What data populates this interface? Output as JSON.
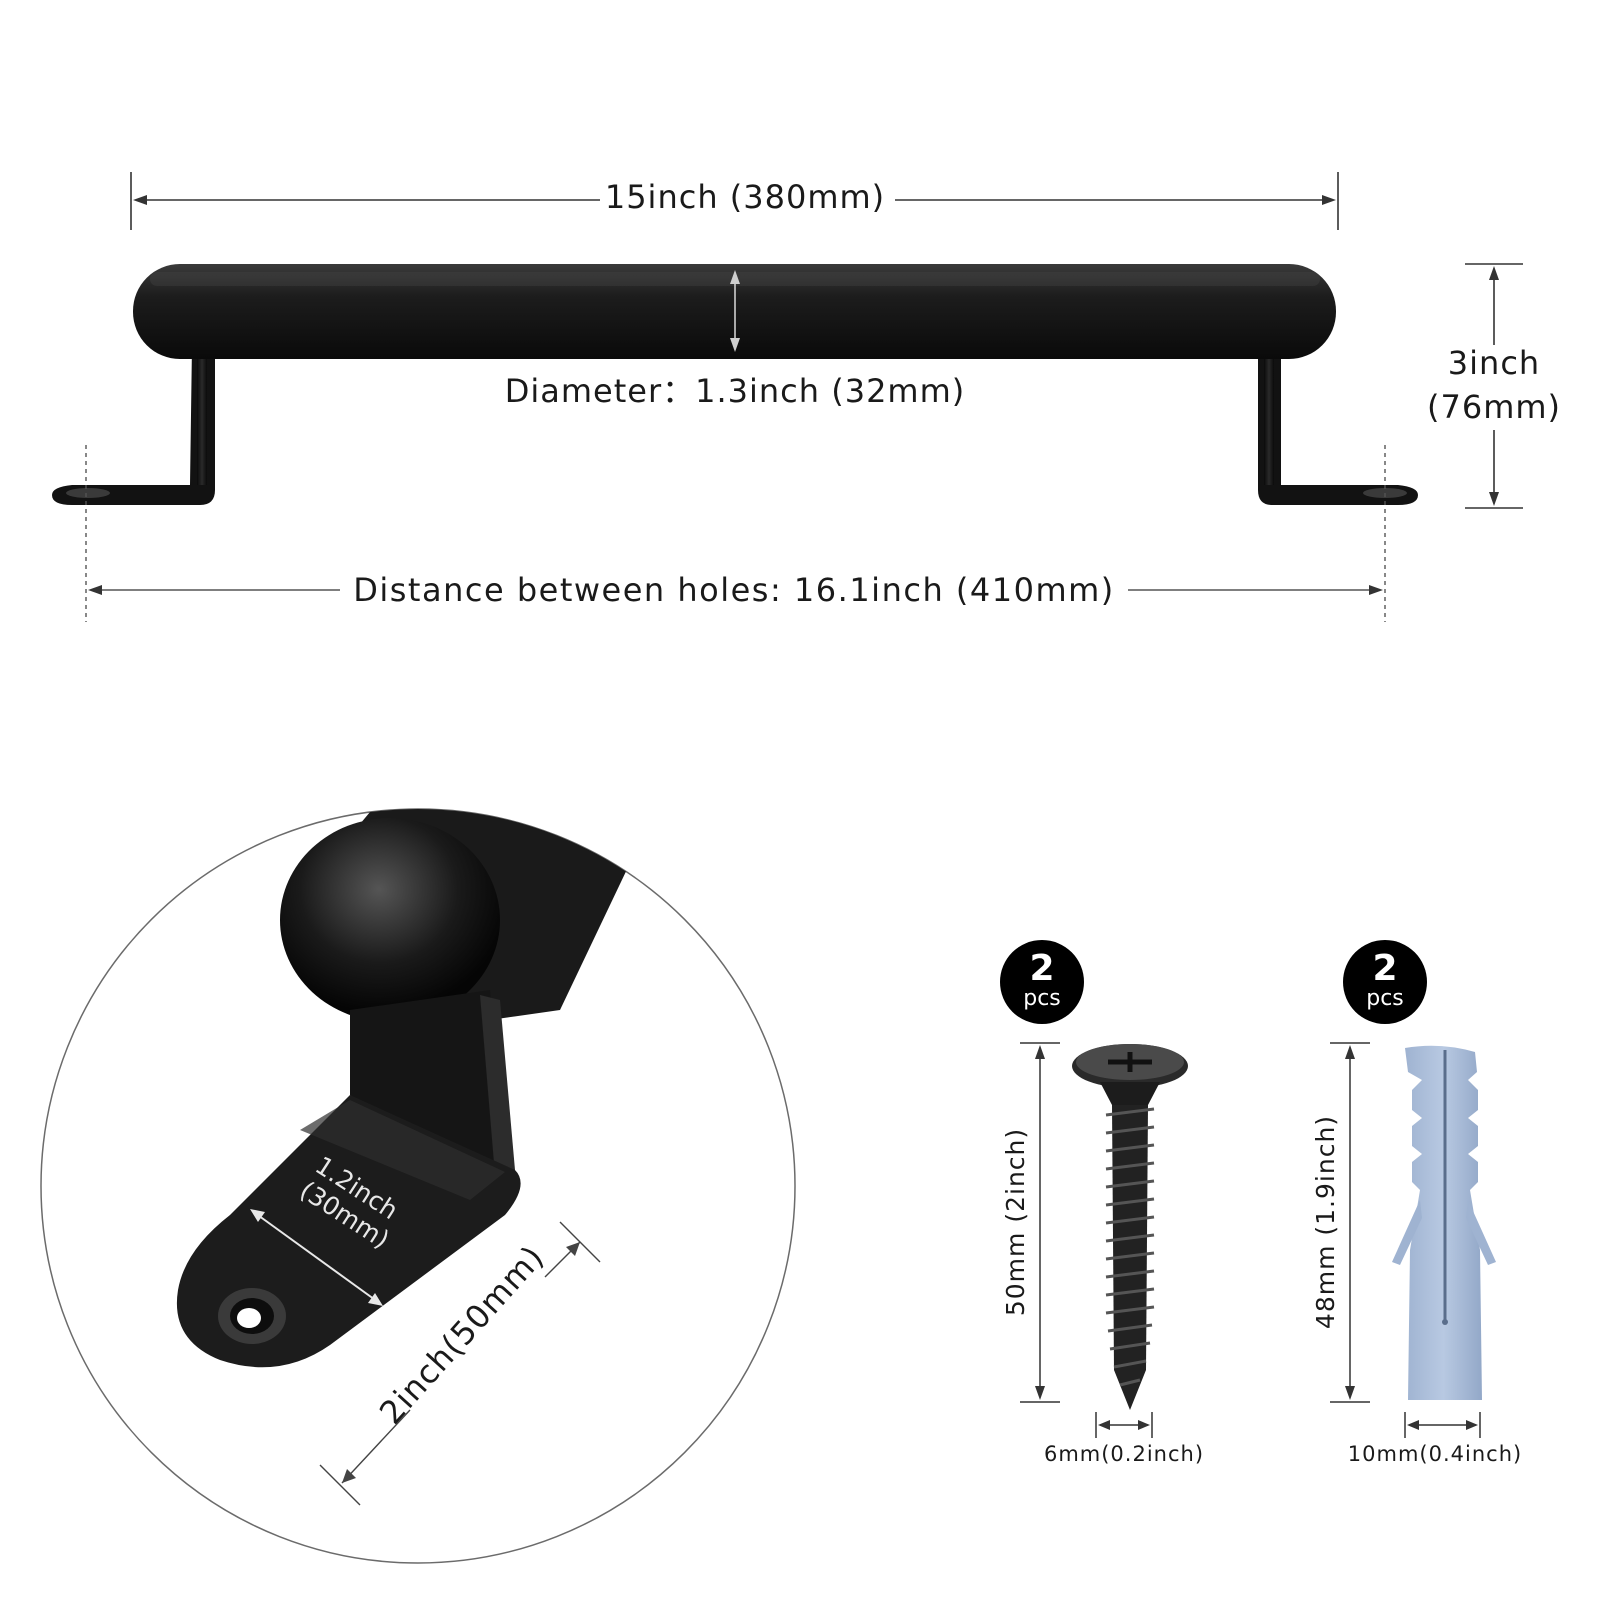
{
  "handle": {
    "length_label": "15inch (380mm)",
    "diameter_label": "Diameter：1.3inch (32mm)",
    "height_label_line1": "3inch",
    "height_label_line2": "(76mm)",
    "hole_distance_label": "Distance between holes: 16.1inch (410mm)"
  },
  "detail": {
    "bracket_width_line1": "1.2inch",
    "bracket_width_line2": "(30mm)",
    "bracket_length_label": "2inch(50mm)"
  },
  "screw": {
    "qty": "2",
    "qty_unit": "pcs",
    "length_label": "50mm (2inch)",
    "width_label": "6mm(0.2inch)"
  },
  "anchor": {
    "qty": "2",
    "qty_unit": "pcs",
    "length_label": "48mm (1.9inch)",
    "width_label": "10mm(0.4inch)"
  },
  "colors": {
    "metal": "#111111",
    "anchor": "#a9bcd8",
    "line": "#333333"
  }
}
